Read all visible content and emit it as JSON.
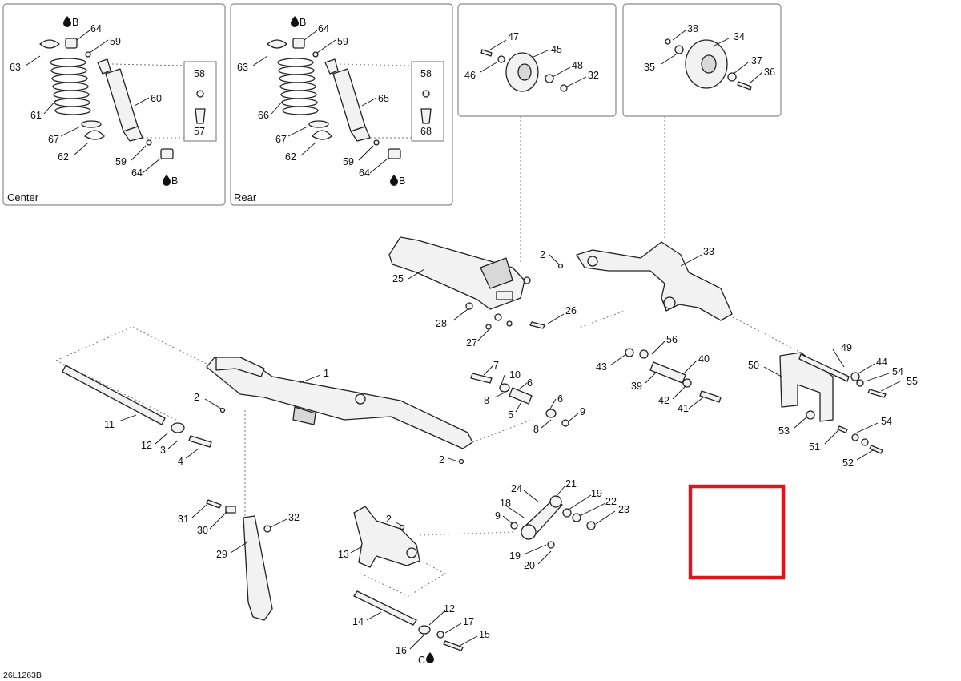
{
  "panels": {
    "center": {
      "label": "Center"
    },
    "rear": {
      "label": "Rear"
    }
  },
  "lube_marks": {
    "b": "B",
    "c": "C"
  },
  "diagram_code": "26L1263B",
  "callouts": [
    {
      "id": "c-64a",
      "text": "64"
    },
    {
      "id": "c-59a",
      "text": "59"
    },
    {
      "id": "c-63a",
      "text": "63"
    },
    {
      "id": "c-58a",
      "text": "58"
    },
    {
      "id": "c-60",
      "text": "60"
    },
    {
      "id": "c-61",
      "text": "61"
    },
    {
      "id": "c-57",
      "text": "57"
    },
    {
      "id": "c-67a",
      "text": "67"
    },
    {
      "id": "c-62a",
      "text": "62"
    },
    {
      "id": "c-59b",
      "text": "59"
    },
    {
      "id": "c-64b",
      "text": "64"
    },
    {
      "id": "c-64c",
      "text": "64"
    },
    {
      "id": "c-59c",
      "text": "59"
    },
    {
      "id": "c-63b",
      "text": "63"
    },
    {
      "id": "c-58b",
      "text": "58"
    },
    {
      "id": "c-65",
      "text": "65"
    },
    {
      "id": "c-66",
      "text": "66"
    },
    {
      "id": "c-68",
      "text": "68"
    },
    {
      "id": "c-67b",
      "text": "67"
    },
    {
      "id": "c-62b",
      "text": "62"
    },
    {
      "id": "c-59d",
      "text": "59"
    },
    {
      "id": "c-64d",
      "text": "64"
    },
    {
      "id": "c-47",
      "text": "47"
    },
    {
      "id": "c-45",
      "text": "45"
    },
    {
      "id": "c-46",
      "text": "46"
    },
    {
      "id": "c-48",
      "text": "48"
    },
    {
      "id": "c-32a",
      "text": "32"
    },
    {
      "id": "c-38",
      "text": "38"
    },
    {
      "id": "c-34",
      "text": "34"
    },
    {
      "id": "c-35",
      "text": "35"
    },
    {
      "id": "c-37",
      "text": "37"
    },
    {
      "id": "c-36",
      "text": "36"
    },
    {
      "id": "c-2a",
      "text": "2"
    },
    {
      "id": "c-33",
      "text": "33"
    },
    {
      "id": "c-25",
      "text": "25"
    },
    {
      "id": "c-26",
      "text": "26"
    },
    {
      "id": "c-28",
      "text": "28"
    },
    {
      "id": "c-27",
      "text": "27"
    },
    {
      "id": "c-1",
      "text": "1"
    },
    {
      "id": "c-2b",
      "text": "2"
    },
    {
      "id": "c-11",
      "text": "11"
    },
    {
      "id": "c-12a",
      "text": "12"
    },
    {
      "id": "c-3",
      "text": "3"
    },
    {
      "id": "c-4",
      "text": "4"
    },
    {
      "id": "c-2c",
      "text": "2"
    },
    {
      "id": "c-7",
      "text": "7"
    },
    {
      "id": "c-10",
      "text": "10"
    },
    {
      "id": "c-6a",
      "text": "6"
    },
    {
      "id": "c-8a",
      "text": "8"
    },
    {
      "id": "c-6b",
      "text": "6"
    },
    {
      "id": "c-5",
      "text": "5"
    },
    {
      "id": "c-9a",
      "text": "9"
    },
    {
      "id": "c-8b",
      "text": "8"
    },
    {
      "id": "c-56",
      "text": "56"
    },
    {
      "id": "c-43",
      "text": "43"
    },
    {
      "id": "c-40",
      "text": "40"
    },
    {
      "id": "c-39",
      "text": "39"
    },
    {
      "id": "c-42",
      "text": "42"
    },
    {
      "id": "c-41",
      "text": "41"
    },
    {
      "id": "c-49",
      "text": "49"
    },
    {
      "id": "c-50",
      "text": "50"
    },
    {
      "id": "c-44",
      "text": "44"
    },
    {
      "id": "c-54a",
      "text": "54"
    },
    {
      "id": "c-55",
      "text": "55"
    },
    {
      "id": "c-54b",
      "text": "54"
    },
    {
      "id": "c-53",
      "text": "53"
    },
    {
      "id": "c-51",
      "text": "51"
    },
    {
      "id": "c-52",
      "text": "52"
    },
    {
      "id": "c-31",
      "text": "31"
    },
    {
      "id": "c-30",
      "text": "30"
    },
    {
      "id": "c-32b",
      "text": "32"
    },
    {
      "id": "c-29",
      "text": "29"
    },
    {
      "id": "c-2d",
      "text": "2"
    },
    {
      "id": "c-13",
      "text": "13"
    },
    {
      "id": "c-14",
      "text": "14"
    },
    {
      "id": "c-12b",
      "text": "12"
    },
    {
      "id": "c-17",
      "text": "17"
    },
    {
      "id": "c-16",
      "text": "16"
    },
    {
      "id": "c-15",
      "text": "15"
    },
    {
      "id": "c-24",
      "text": "24"
    },
    {
      "id": "c-21",
      "text": "21"
    },
    {
      "id": "c-18",
      "text": "18"
    },
    {
      "id": "c-19a",
      "text": "19"
    },
    {
      "id": "c-22",
      "text": "22"
    },
    {
      "id": "c-23",
      "text": "23"
    },
    {
      "id": "c-9b",
      "text": "9"
    },
    {
      "id": "c-19b",
      "text": "19"
    },
    {
      "id": "c-20",
      "text": "20"
    }
  ],
  "colors": {
    "highlight": "#e0141c",
    "line": "#222222",
    "panel_border": "#8a8a8a"
  }
}
